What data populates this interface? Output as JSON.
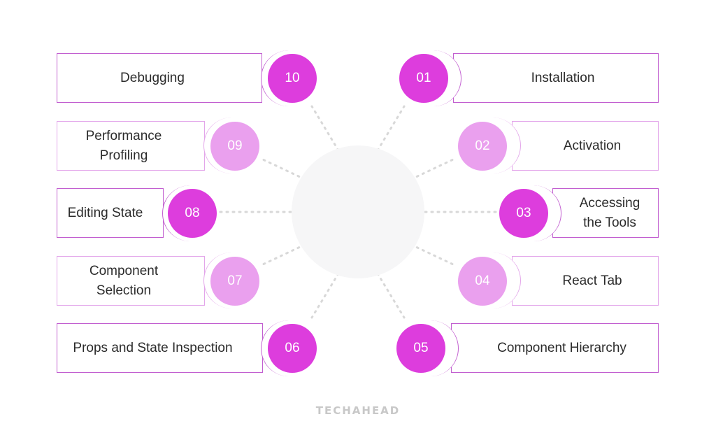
{
  "steps": [
    {
      "num": "01",
      "label": "Installation"
    },
    {
      "num": "02",
      "label": "Activation"
    },
    {
      "num": "03",
      "label": "Accessing the Tools"
    },
    {
      "num": "04",
      "label": "React Tab"
    },
    {
      "num": "05",
      "label": "Component Hierarchy"
    },
    {
      "num": "06",
      "label": "Props and State Inspection"
    },
    {
      "num": "07",
      "label": "Component Selection"
    },
    {
      "num": "08",
      "label": "Editing State"
    },
    {
      "num": "09",
      "label": "Performance Profiling"
    },
    {
      "num": "10",
      "label": "Debugging"
    }
  ],
  "brand": "TECHAHEAD",
  "colors": {
    "accent_dark": "#dd3ddd",
    "accent_light": "#eaa0ee",
    "border_dark": "#c25fd0",
    "border_light": "#e3a6ea"
  }
}
